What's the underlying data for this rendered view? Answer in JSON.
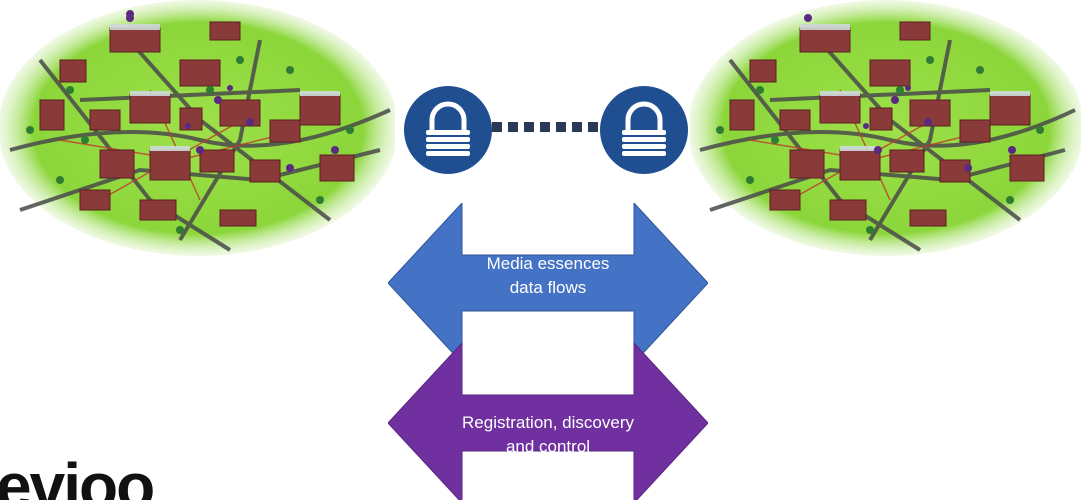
{
  "diagram": {
    "left_network_icon": "campus-map-icon",
    "right_network_icon": "campus-map-icon",
    "left_lock_icon": "padlock-icon",
    "right_lock_icon": "padlock-icon",
    "media_arrow": {
      "label": "Media essences\ndata flows",
      "color": "#4472C4"
    },
    "control_arrow": {
      "label": "Registration, discovery\nand control",
      "color": "#7030A0"
    },
    "lock_color": "#1F4E91",
    "campus_pin_color": "#5A2A82"
  },
  "logo": {
    "text": "evioo"
  }
}
